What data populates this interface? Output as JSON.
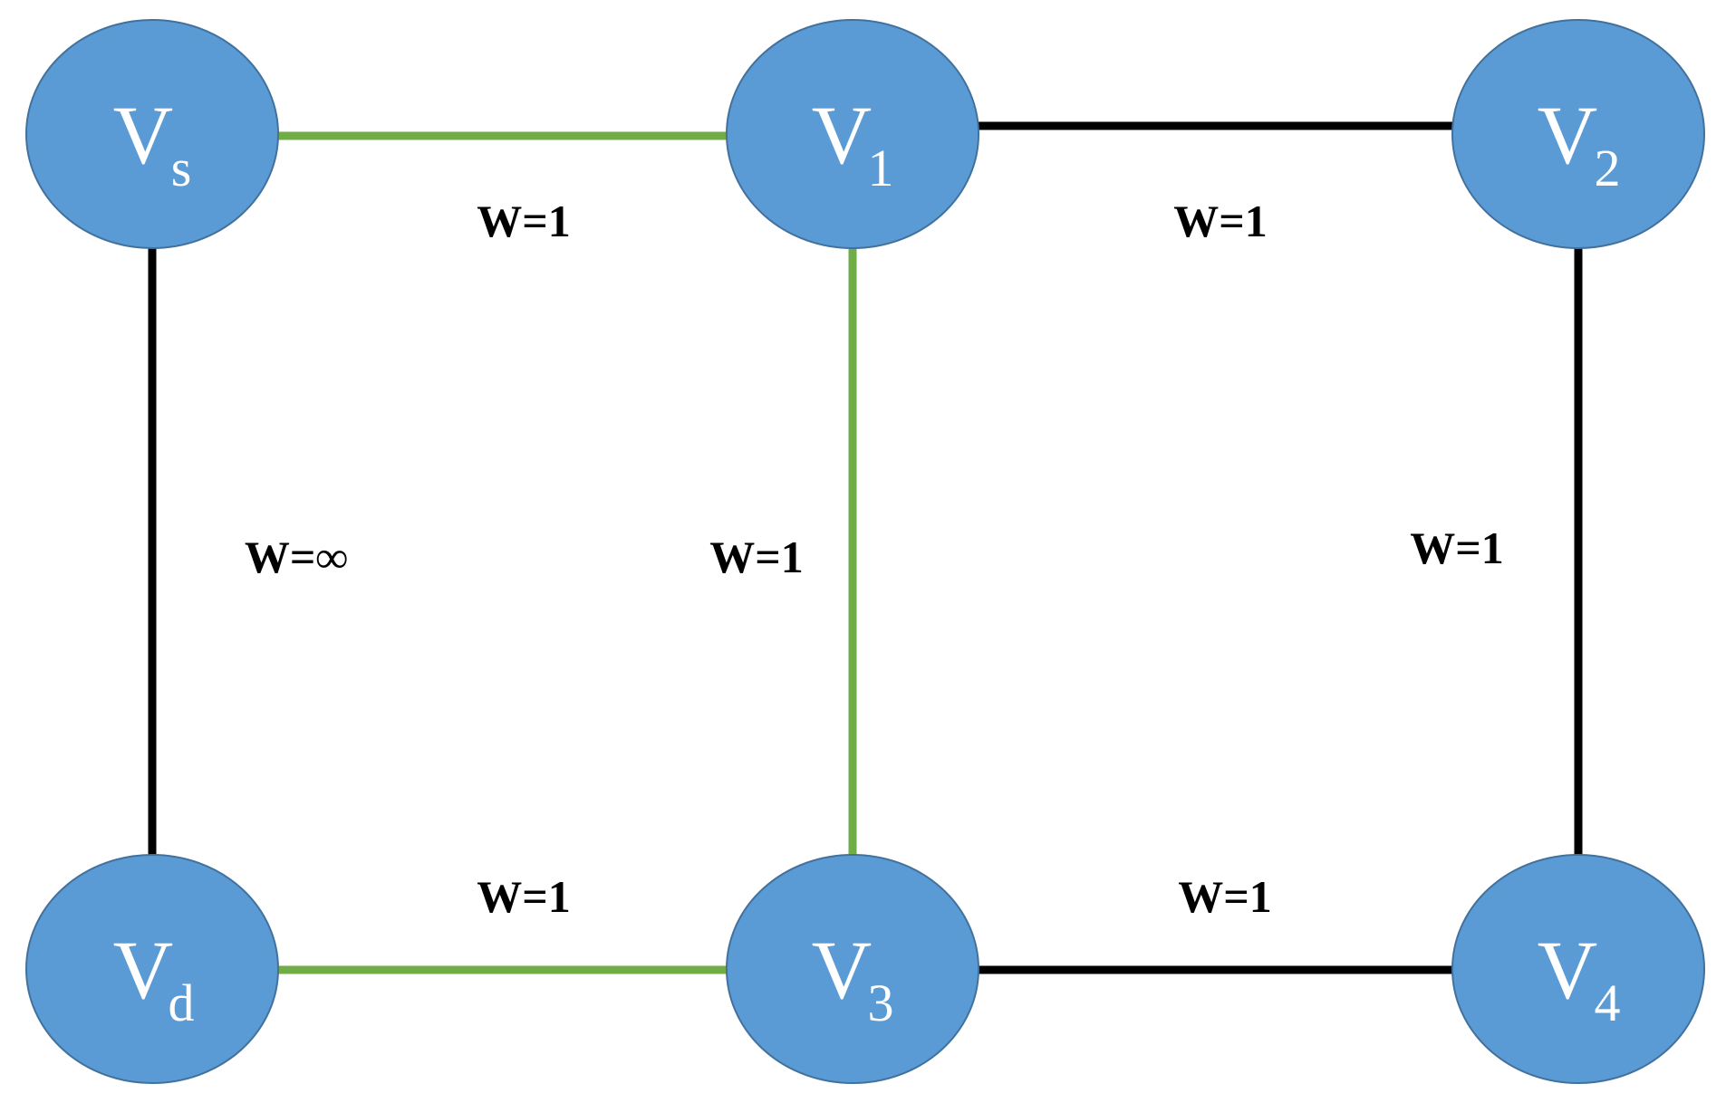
{
  "colors": {
    "node_fill": "#5b9bd5",
    "node_stroke": "#41719c",
    "path_edge": "#70ad47",
    "normal_edge": "#000000"
  },
  "nodes": [
    {
      "id": "vs",
      "main": "V",
      "sub": "s"
    },
    {
      "id": "v1",
      "main": "V",
      "sub": "1"
    },
    {
      "id": "v2",
      "main": "V",
      "sub": "2"
    },
    {
      "id": "vd",
      "main": "V",
      "sub": "d"
    },
    {
      "id": "v3",
      "main": "V",
      "sub": "3"
    },
    {
      "id": "v4",
      "main": "V",
      "sub": "4"
    }
  ],
  "edges": [
    {
      "from": "vs",
      "to": "v1",
      "label": "W=1",
      "on_path": true
    },
    {
      "from": "v1",
      "to": "v2",
      "label": "W=1",
      "on_path": false
    },
    {
      "from": "vs",
      "to": "vd",
      "label": "W=∞",
      "on_path": false
    },
    {
      "from": "v1",
      "to": "v3",
      "label": "W=1",
      "on_path": true
    },
    {
      "from": "v2",
      "to": "v4",
      "label": "W=1",
      "on_path": false
    },
    {
      "from": "vd",
      "to": "v3",
      "label": "W=1",
      "on_path": true
    },
    {
      "from": "v3",
      "to": "v4",
      "label": "W=1",
      "on_path": false
    }
  ]
}
